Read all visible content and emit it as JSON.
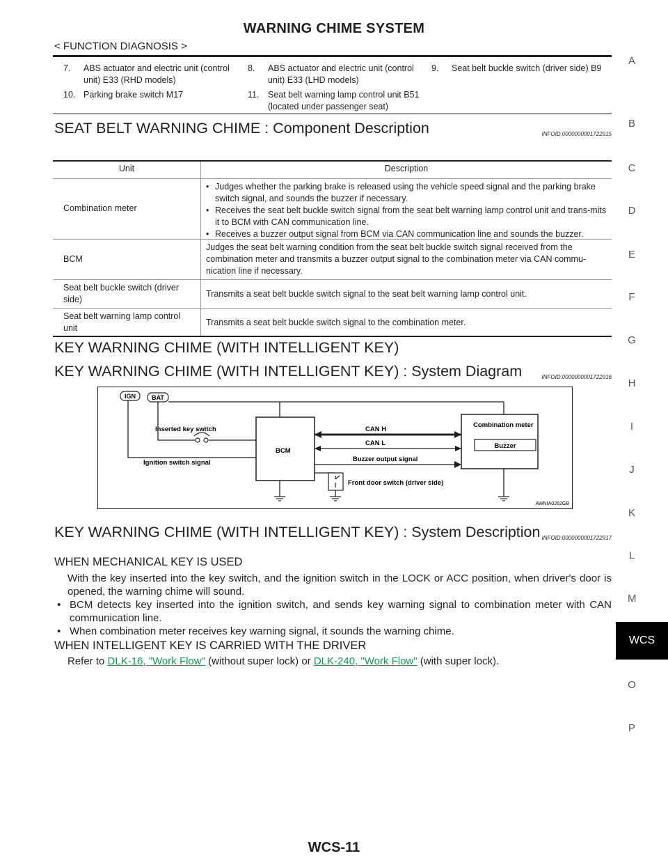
{
  "header": {
    "title": "WARNING CHIME SYSTEM",
    "subtitle": "< FUNCTION DIAGNOSIS >"
  },
  "legend": [
    {
      "num": "7.",
      "text": "ABS actuator and electric unit (control unit) E33 (RHD models)"
    },
    {
      "num": "8.",
      "text": "ABS actuator and electric unit (control unit) E33 (LHD models)"
    },
    {
      "num": "9.",
      "text": "Seat belt buckle switch (driver side) B9"
    },
    {
      "num": "10.",
      "text": "Parking brake switch M17"
    },
    {
      "num": "11.",
      "text": "Seat belt warning lamp control unit B51 (located under passenger seat)"
    }
  ],
  "section1": {
    "heading": "SEAT BELT WARNING CHIME : Component Description",
    "infoid": "INFOID:0000000001722915",
    "table": {
      "headers": [
        "Unit",
        "Description"
      ],
      "rows": [
        {
          "unit": "Combination meter",
          "bullets": [
            "Judges whether the parking brake is released using the vehicle speed signal and the parking brake switch signal, and sounds the buzzer if necessary.",
            "Receives the seat belt buckle switch signal from the seat belt warning lamp control unit and trans-mits it to BCM with CAN communication line.",
            "Receives a buzzer output signal from BCM via CAN communication line and sounds the buzzer."
          ]
        },
        {
          "unit": "BCM",
          "text": "Judges the seat belt warning condition from the seat belt buckle switch signal received from the combination meter and transmits a buzzer output signal to the combination meter via CAN commu-nication line if necessary."
        },
        {
          "unit": "Seat belt buckle switch (driver side)",
          "text": "Transmits a seat belt buckle switch signal to the seat belt warning lamp control unit."
        },
        {
          "unit": "Seat belt warning lamp control unit",
          "text": "Transmits a seat belt buckle switch signal to the combination meter."
        }
      ]
    }
  },
  "section2": {
    "heading": "KEY WARNING CHIME (WITH INTELLIGENT KEY)"
  },
  "section3": {
    "heading": "KEY WARNING CHIME (WITH INTELLIGENT KEY) : System Diagram",
    "infoid": "INFOID:0000000001722916",
    "diagram": {
      "ign": "IGN",
      "bat": "BAT",
      "inserted_key_switch": "Inserted key switch",
      "ignition_switch_signal": "Ignition switch signal",
      "bcm": "BCM",
      "can_h": "CAN H",
      "can_l": "CAN L",
      "buzzer_output_signal": "Buzzer output signal",
      "front_door_switch": "Front door switch (driver side)",
      "combination_meter": "Combination meter",
      "buzzer": "Buzzer",
      "code": "AWNIA0262GB"
    }
  },
  "section4": {
    "heading": "KEY WARNING CHIME (WITH INTELLIGENT KEY) : System Description",
    "infoid": "INFOID:0000000001722917",
    "sub1": {
      "heading": "WHEN MECHANICAL KEY IS USED",
      "para": "With the key inserted into the key switch, and the ignition switch in the LOCK or ACC position, when driver's door is opened, the warning chime will sound.",
      "bullets": [
        "BCM detects key inserted into the ignition switch, and sends key warning signal to combination meter with CAN communication line.",
        "When combination meter receives key warning signal, it sounds the warning chime."
      ]
    },
    "sub2": {
      "heading": "WHEN INTELLIGENT KEY IS CARRIED WITH THE DRIVER",
      "refer_prefix": "Refer to ",
      "link1": "DLK-16, \"Work Flow\"",
      "refer_mid": " (without super lock) or ",
      "link2": "DLK-240, \"Work Flow\"",
      "refer_suffix": " (with super lock)."
    }
  },
  "side_index": [
    "A",
    "B",
    "C",
    "D",
    "E",
    "F",
    "G",
    "H",
    "I",
    "J",
    "K",
    "L",
    "M",
    "O",
    "P"
  ],
  "side_tab": "WCS",
  "page_number": "WCS-11",
  "colors": {
    "text": "#231f20",
    "link": "#00a651",
    "tab_bg": "#000000"
  }
}
